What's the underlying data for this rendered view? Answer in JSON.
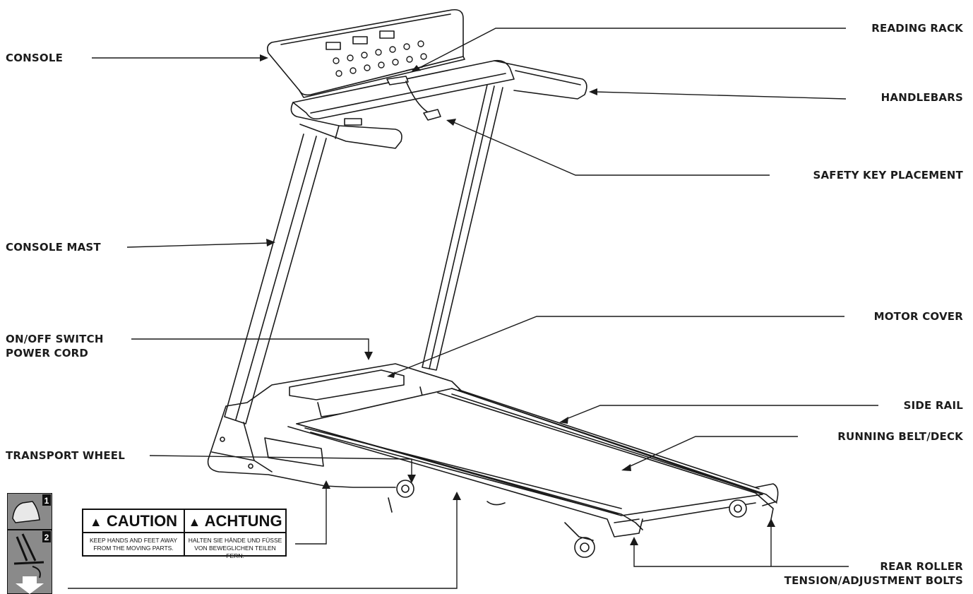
{
  "labels": {
    "console": "CONSOLE",
    "reading_rack": "READING RACK",
    "handlebars": "HANDLEBARS",
    "safety_key": "SAFETY KEY PLACEMENT",
    "console_mast": "CONSOLE MAST",
    "motor_cover": "MOTOR COVER",
    "onoff_line1": "ON/OFF SWITCH",
    "onoff_line2": "POWER CORD",
    "side_rail": "SIDE RAIL",
    "running_belt": "RUNNING BELT/DECK",
    "transport_wheel": "TRANSPORT WHEEL",
    "rear_roller_line1": "REAR ROLLER",
    "rear_roller_line2": "TENSION/ADJUSTMENT BOLTS"
  },
  "caution_label": {
    "en_heading": "CAUTION",
    "en_line1": "KEEP HANDS AND FEET AWAY",
    "en_line2": "FROM THE MOVING PARTS.",
    "de_heading": "ACHTUNG",
    "de_line1": "HALTEN SIE HÄNDE UND FÜSSE",
    "de_line2": "VON BEWEGLICHEN TEILEN FERN."
  },
  "fold_pictogram": {
    "step1": "1",
    "step2": "2"
  }
}
